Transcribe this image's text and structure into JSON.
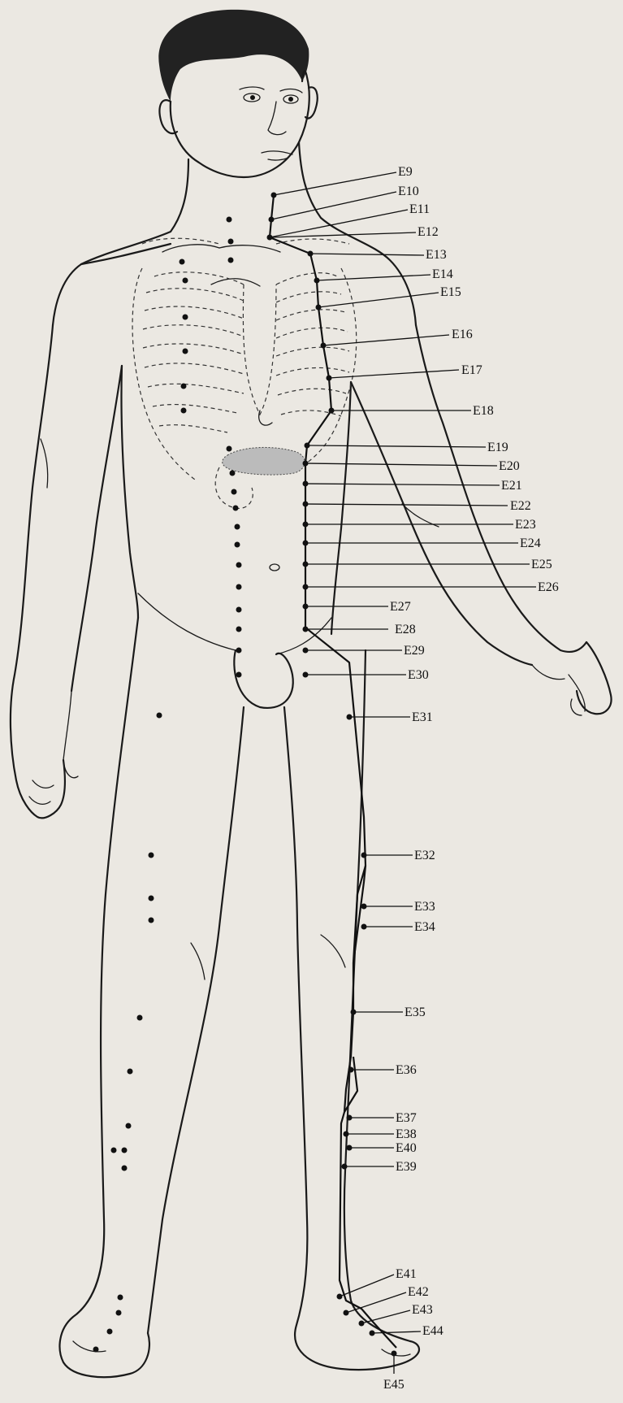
{
  "figure": {
    "meridian": "E",
    "labels": [
      "E9",
      "E10",
      "E11",
      "E12",
      "E13",
      "E14",
      "E15",
      "E16",
      "E17",
      "E18",
      "E19",
      "E20",
      "E21",
      "E22",
      "E23",
      "E24",
      "E25",
      "E26",
      "E27",
      "E28",
      "E29",
      "E30",
      "E31",
      "E32",
      "E33",
      "E34",
      "E35",
      "E36",
      "E37",
      "E38",
      "E40",
      "E39",
      "E41",
      "E42",
      "E43",
      "E44",
      "E45"
    ],
    "colors": {
      "ink": "#111111",
      "paper": "#ebe8e2"
    }
  }
}
